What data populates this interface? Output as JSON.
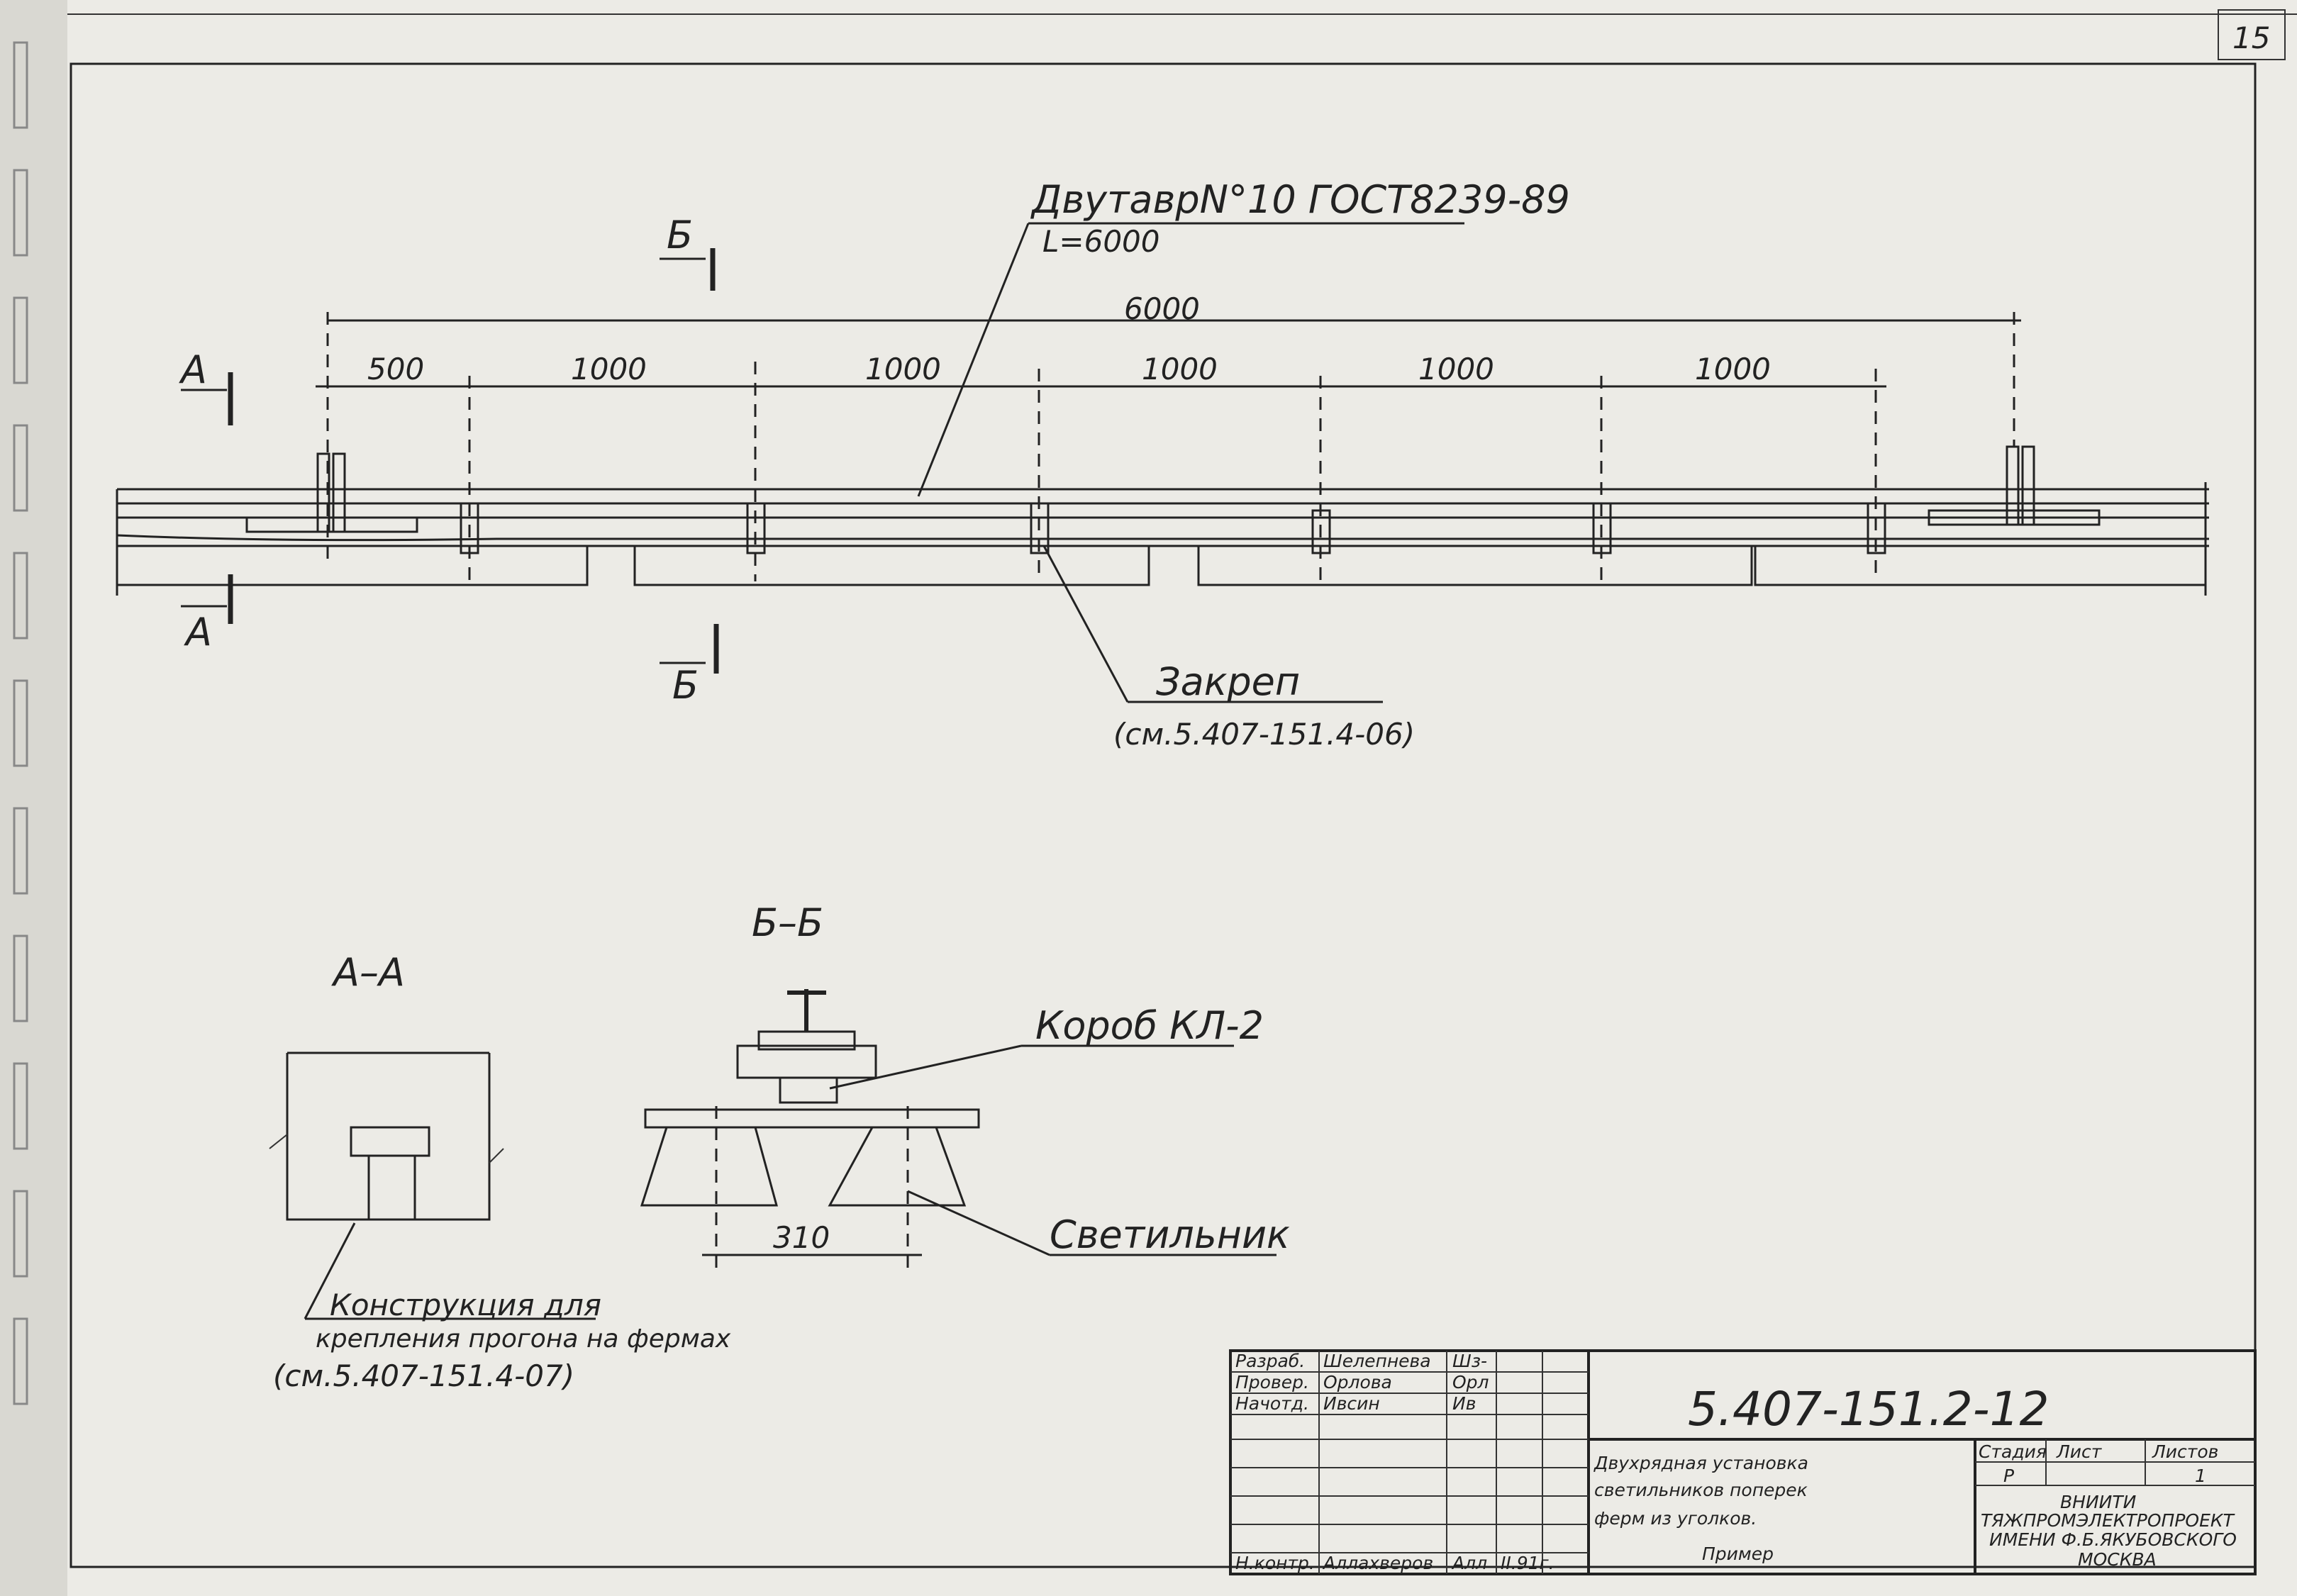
{
  "page_number": "15",
  "main_view": {
    "beam_label": "ДвутаврN°10 ГОСТ8239-89",
    "length_label": "L=6000",
    "overall_dim": "6000",
    "span_dims": [
      "500",
      "1000",
      "1000",
      "1000",
      "1000",
      "1000"
    ],
    "cut_a": "А",
    "cut_b": "Б",
    "clamp_label": "Закреп",
    "clamp_ref": "(см.5.407-151.4-06)"
  },
  "section_bb": {
    "title": "Б–Б",
    "box_label": "Короб КЛ-2",
    "dim": "310",
    "lamp_label": "Светильник"
  },
  "section_aa": {
    "title": "А–А",
    "construction_label": "Конструкция для",
    "construction_label2": "крепления прогона на фермах",
    "construction_ref": "(см.5.407-151.4-07)"
  },
  "title_block": {
    "doc_code": "5.407-151.2-12",
    "roles": [
      "Разраб.",
      "Провер.",
      "Начотд.",
      "Н.контр."
    ],
    "names": [
      "Шелепнева",
      "Орлова",
      "Ивсин",
      "Аллахверов"
    ],
    "signatures": [
      "Шз-",
      "Орл",
      "Ив",
      "Алл"
    ],
    "date": "II.91г.",
    "description": [
      "Двухрядная установка",
      "светильников поперек",
      "ферм из уголков.",
      "Пример"
    ],
    "stage_header": "Стадия",
    "sheet_header": "Лист",
    "sheets_header": "Листов",
    "stage_value": "Р",
    "sheet_value": "",
    "sheets_value": "1",
    "org_lines": [
      "ВНИИТИ",
      "ТЯЖПРОМЭЛЕКТРОПРОЕКТ",
      "ИМЕНИ Ф.Б.ЯКУБОВСКОГО",
      "МОСКВА"
    ]
  }
}
